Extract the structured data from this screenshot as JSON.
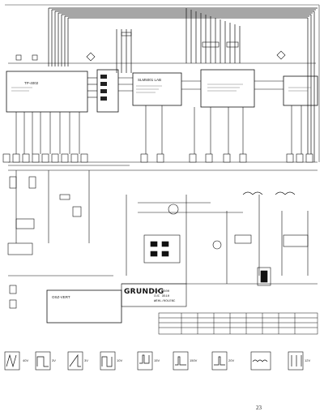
{
  "schematic": {
    "ic_blocks": [
      {
        "id": "ic1",
        "label": "TP-4002"
      },
      {
        "id": "ic2",
        "label": "SLM5001 LAB"
      },
      {
        "id": "ic3",
        "label": ""
      },
      {
        "id": "ic4",
        "label": ""
      },
      {
        "id": "ic5",
        "label": "OSZ-VERT"
      }
    ],
    "brand": "GRUNDIG",
    "model_block": [
      "CUC 3500",
      "CUC 3510",
      "WEHL/KOLENC"
    ]
  },
  "waveforms": [
    {
      "id": "w1",
      "label": "40V"
    },
    {
      "id": "w2",
      "label": "3V"
    },
    {
      "id": "w3",
      "label": "3V"
    },
    {
      "id": "w4",
      "label": "10V"
    },
    {
      "id": "w5",
      "label": "15V"
    },
    {
      "id": "w6",
      "label": "150V"
    },
    {
      "id": "w7",
      "label": "20V"
    },
    {
      "id": "w8",
      "label": ""
    },
    {
      "id": "w9",
      "label": "12V"
    }
  ],
  "page_number": "23"
}
